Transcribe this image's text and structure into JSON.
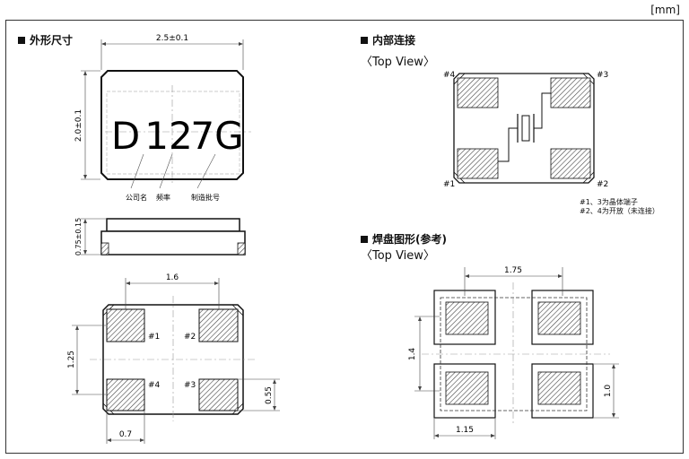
{
  "unit": "[mm]",
  "sections": {
    "outline": "外形尺寸",
    "internal": "内部连接",
    "land": "焊盘图形(参考)"
  },
  "top_view": "〈Top View〉",
  "marking": {
    "line": "D 12 7G",
    "chars": [
      "D",
      "12",
      "7G"
    ]
  },
  "callouts": [
    "公司名",
    "频率",
    "制造批号"
  ],
  "dims": {
    "body_width": "2.5±0.1",
    "body_height": "2.0±0.1",
    "thickness": "0.75±0.15",
    "pad_pitch_x": "1.6",
    "pad_pitch_y": "1.25",
    "pad_w": "0.7",
    "pad_h": "0.55",
    "land_pitch_x": "1.75",
    "land_pitch_y": "1.4",
    "land_w": "1.15",
    "land_h": "1.0"
  },
  "pins": [
    "#1",
    "#2",
    "#3",
    "#4"
  ],
  "notes": [
    "#1、3为晶体端子",
    "#2、4为开放（未连接）"
  ]
}
